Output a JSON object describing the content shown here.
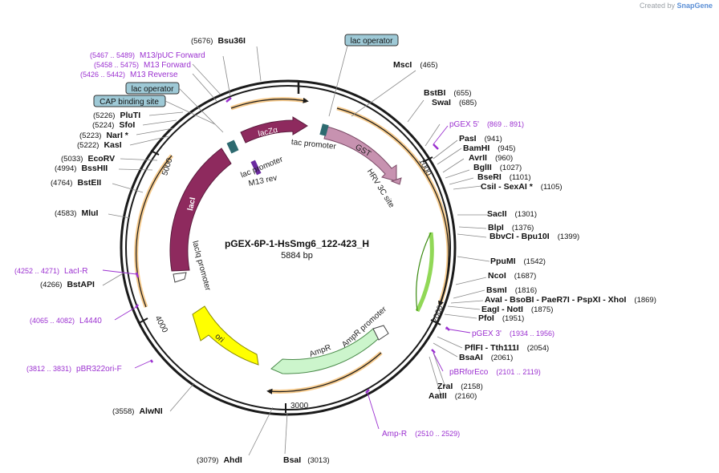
{
  "brand": {
    "prefix": "Created by",
    "name": "SnapGene"
  },
  "plasmid": {
    "name": "pGEX-6P-1-HsSmg6_122-423_H",
    "length_label": "5884 bp"
  },
  "ticks": [
    "1000",
    "2000",
    "3000",
    "4000",
    "5000"
  ],
  "features": {
    "lacZa": "lacZα",
    "lacI": "lacI",
    "GST": "GST",
    "ori": "ori",
    "AmpR": "AmpR",
    "lac_promoter": "lac promoter",
    "tac_promoter": "tac promoter",
    "lacIq_promoter": "lacIq promoter",
    "AmpR_promoter": "AmpR promoter",
    "M13_rev": "M13 rev",
    "HRV_3C_site": "HRV 3C site"
  },
  "boxes": {
    "lac_operator_top": "lac operator",
    "lac_operator_left": "lac operator",
    "cap_binding": "CAP binding site"
  },
  "sites": [
    {
      "pos": "(5676)",
      "name": "Bsu36I"
    },
    {
      "pos": "(465)",
      "name": "MscI"
    },
    {
      "pos": "(655)",
      "name": "BstBI"
    },
    {
      "pos": "(685)",
      "name": "SwaI"
    },
    {
      "pos": "(941)",
      "name": "PasI"
    },
    {
      "pos": "(945)",
      "name": "BamHI"
    },
    {
      "pos": "(960)",
      "name": "AvrII"
    },
    {
      "pos": "(1027)",
      "name": "BglII"
    },
    {
      "pos": "(1101)",
      "name": "BseRI"
    },
    {
      "pos": "(1105)",
      "name": "CsiI - SexAI *"
    },
    {
      "pos": "(1301)",
      "name": "SacII"
    },
    {
      "pos": "(1376)",
      "name": "BlpI"
    },
    {
      "pos": "(1399)",
      "name": "BbvCI - Bpu10I"
    },
    {
      "pos": "(1542)",
      "name": "PpuMI"
    },
    {
      "pos": "(1687)",
      "name": "NcoI"
    },
    {
      "pos": "(1816)",
      "name": "BsmI"
    },
    {
      "pos": "(1869)",
      "name": "AvaI - BsoBI - PaeR7I - PspXI - XhoI"
    },
    {
      "pos": "(1875)",
      "name": "EagI - NotI"
    },
    {
      "pos": "(1951)",
      "name": "PfoI"
    },
    {
      "pos": "(2054)",
      "name": "PflFI - Tth111I"
    },
    {
      "pos": "(2061)",
      "name": "BsaAI"
    },
    {
      "pos": "(2158)",
      "name": "ZraI"
    },
    {
      "pos": "(2160)",
      "name": "AatII"
    },
    {
      "pos": "(3013)",
      "name": "BsaI"
    },
    {
      "pos": "(3079)",
      "name": "AhdI"
    },
    {
      "pos": "(3558)",
      "name": "AlwNI"
    },
    {
      "pos": "(4266)",
      "name": "BstAPI"
    },
    {
      "pos": "(4583)",
      "name": "MluI"
    },
    {
      "pos": "(4764)",
      "name": "BstEII"
    },
    {
      "pos": "(4994)",
      "name": "BssHII"
    },
    {
      "pos": "(5033)",
      "name": "EcoRV"
    },
    {
      "pos": "(5222)",
      "name": "KasI"
    },
    {
      "pos": "(5223)",
      "name": "NarI *"
    },
    {
      "pos": "(5224)",
      "name": "SfoI"
    },
    {
      "pos": "(5226)",
      "name": "PluTI"
    }
  ],
  "primers": [
    {
      "pos": "(5467 .. 5489)",
      "name": "M13/pUC Forward"
    },
    {
      "pos": "(5458 .. 5475)",
      "name": "M13 Forward"
    },
    {
      "pos": "(5426 .. 5442)",
      "name": "M13 Reverse"
    },
    {
      "pos": "(869 .. 891)",
      "name": "pGEX 5'"
    },
    {
      "pos": "(1934 .. 1956)",
      "name": "pGEX 3'"
    },
    {
      "pos": "(2101 .. 2119)",
      "name": "pBRforEco"
    },
    {
      "pos": "(2510 .. 2529)",
      "name": "Amp-R"
    },
    {
      "pos": "(4252 .. 4271)",
      "name": "LacI-R"
    },
    {
      "pos": "(4065 .. 4082)",
      "name": "L4440"
    },
    {
      "pos": "(3812 .. 3831)",
      "name": "pBR322ori-F"
    }
  ],
  "colors": {
    "backbone": "#1a1a1a",
    "lacI": "#8e2a5e",
    "lacZa": "#8e2a5e",
    "GST": "#c792b0",
    "ori": "#ffff00",
    "AmpR": "#ccf5cc",
    "insert_orange": "#f0a030",
    "insert_green": "#7ed13a",
    "primer": "#9b30d0",
    "box_fill": "#9ec9d6"
  }
}
